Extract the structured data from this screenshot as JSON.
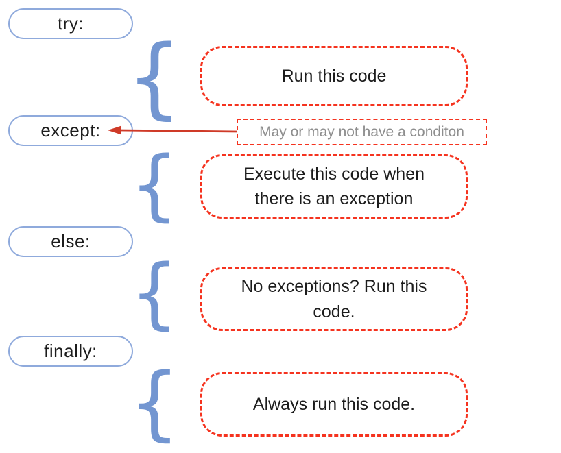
{
  "diagram": {
    "rows": [
      {
        "keyword": "try:",
        "description": "Run this code"
      },
      {
        "keyword": "except:",
        "description": "Execute this code when there is an exception"
      },
      {
        "keyword": "else:",
        "description": "No exceptions? Run this code."
      },
      {
        "keyword": "finally:",
        "description": "Always run this code."
      }
    ],
    "note": {
      "text": "May or may not have a conditon"
    },
    "brace_glyph": "{",
    "colors": {
      "pill_border": "#8faadc",
      "brace": "#7396d1",
      "box_border": "#f5331f",
      "note_text": "#8e8e8e",
      "arrow": "#cf3a28",
      "text": "#1c1c1c",
      "bg": "#ffffff"
    }
  }
}
